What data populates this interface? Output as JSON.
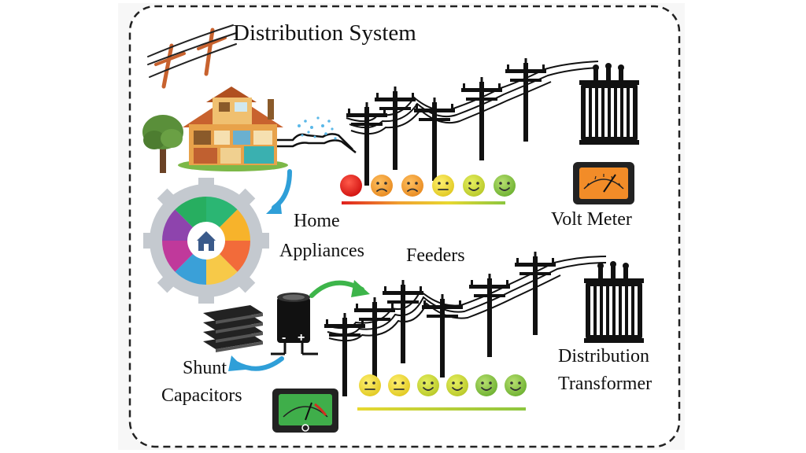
{
  "labels": {
    "title": "Distribution System",
    "home_line1": "Home",
    "home_line2": "Appliances",
    "feeders": "Feeders",
    "volt_meter": "Volt Meter",
    "transformer_line1": "Distribution",
    "transformer_line2": "Transformer",
    "shunt_line1": "Shunt",
    "shunt_line2": "Capacitors"
  },
  "capacitor_symbols": {
    "minus": "-",
    "plus": "+"
  },
  "colors": {
    "line": "#111111",
    "house_wall": "#e8a24a",
    "house_roof": "#c8622e",
    "tree": "#5a8f3a",
    "arrow_blue": "#2f9fd8",
    "arrow_green": "#3db54a",
    "meter_orange": "#f28c28",
    "meter_green": "#3fae4a",
    "face_red": "#e0201e",
    "face_orange": "#f0a030",
    "face_yellow": "#e8d830",
    "face_green": "#8cc63f"
  },
  "icons": {
    "tree": "tree-icon",
    "house": "house-icon",
    "gear": "smart-home-gear-icon",
    "pole": "utility-pole-icon",
    "transformer": "transformer-icon",
    "volt_meter": "analog-volt-meter-icon",
    "capacitor": "capacitor-icon",
    "capacitor_bank": "capacitor-bank-icon",
    "faces": "emoji-face-icon"
  }
}
